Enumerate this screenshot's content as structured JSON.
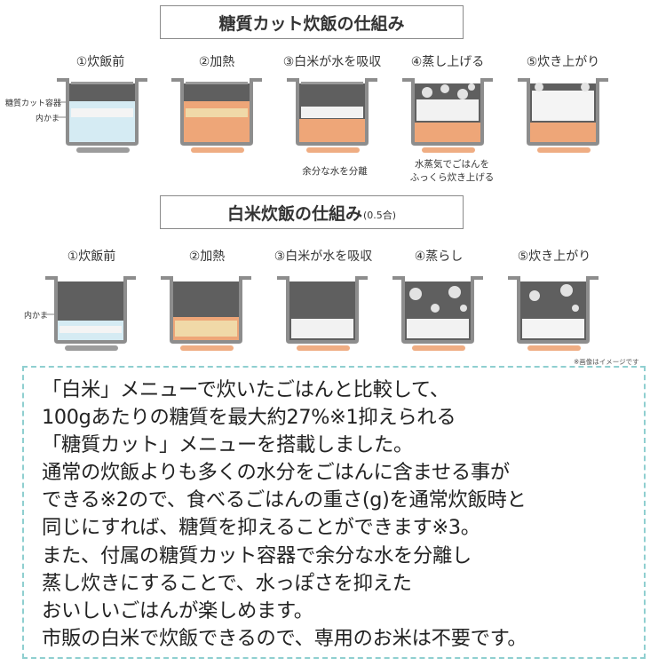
{
  "section1": {
    "title": "糖質カット炊飯の仕組み",
    "steps": [
      "①炊飯前",
      "②加熱",
      "③白米が水を吸収",
      "④蒸し上げる",
      "⑤炊き上がり"
    ],
    "labels": {
      "container": "糖質カット容器",
      "inner_pot": "内かま"
    },
    "notes": {
      "step3": "余分な水を分離",
      "step4_line1": "水蒸気でごはんを",
      "step4_line2": "ふっくら炊き上げる"
    }
  },
  "section2": {
    "title": "白米炊飯の仕組み",
    "title_suffix": "(0.5合)",
    "steps": [
      "①炊飯前",
      "②加熱",
      "③白米が水を吸収",
      "④蒸らし",
      "⑤炊き上がり"
    ],
    "labels": {
      "inner_pot": "内かま"
    },
    "disclaimer": "※画像はイメージです"
  },
  "colors": {
    "water": "#d5ebf3",
    "hot_water": "#eea678",
    "pot_gray": "#8d8d8d",
    "pot_inner": "#5f5f5f",
    "steam": "#e3e3e3",
    "burner": "#9c9c9c",
    "burner_hot": "#efad83",
    "border_dashed": "#8fcfd0"
  },
  "info": {
    "lines": [
      "「白米」メニューで炊いたごはんと比較して、",
      "100gあたりの糖質を最大約27%※1抑えられる",
      "「糖質カット」メニューを搭載しました。",
      "通常の炊飯よりも多くの水分をごはんに含ませる事が",
      "できる※2ので、食べるごはんの重さ(g)を通常炊飯時と",
      "同じにすれば、糖質を抑えることができます※3。",
      "また、付属の糖質カット容器で余分な水を分離し",
      "蒸し炊きにすることで、水っぽさを抑えた",
      "おいしいごはんが楽しめます。",
      "市販の白米で炊飯できるので、専用のお米は不要です。"
    ]
  }
}
